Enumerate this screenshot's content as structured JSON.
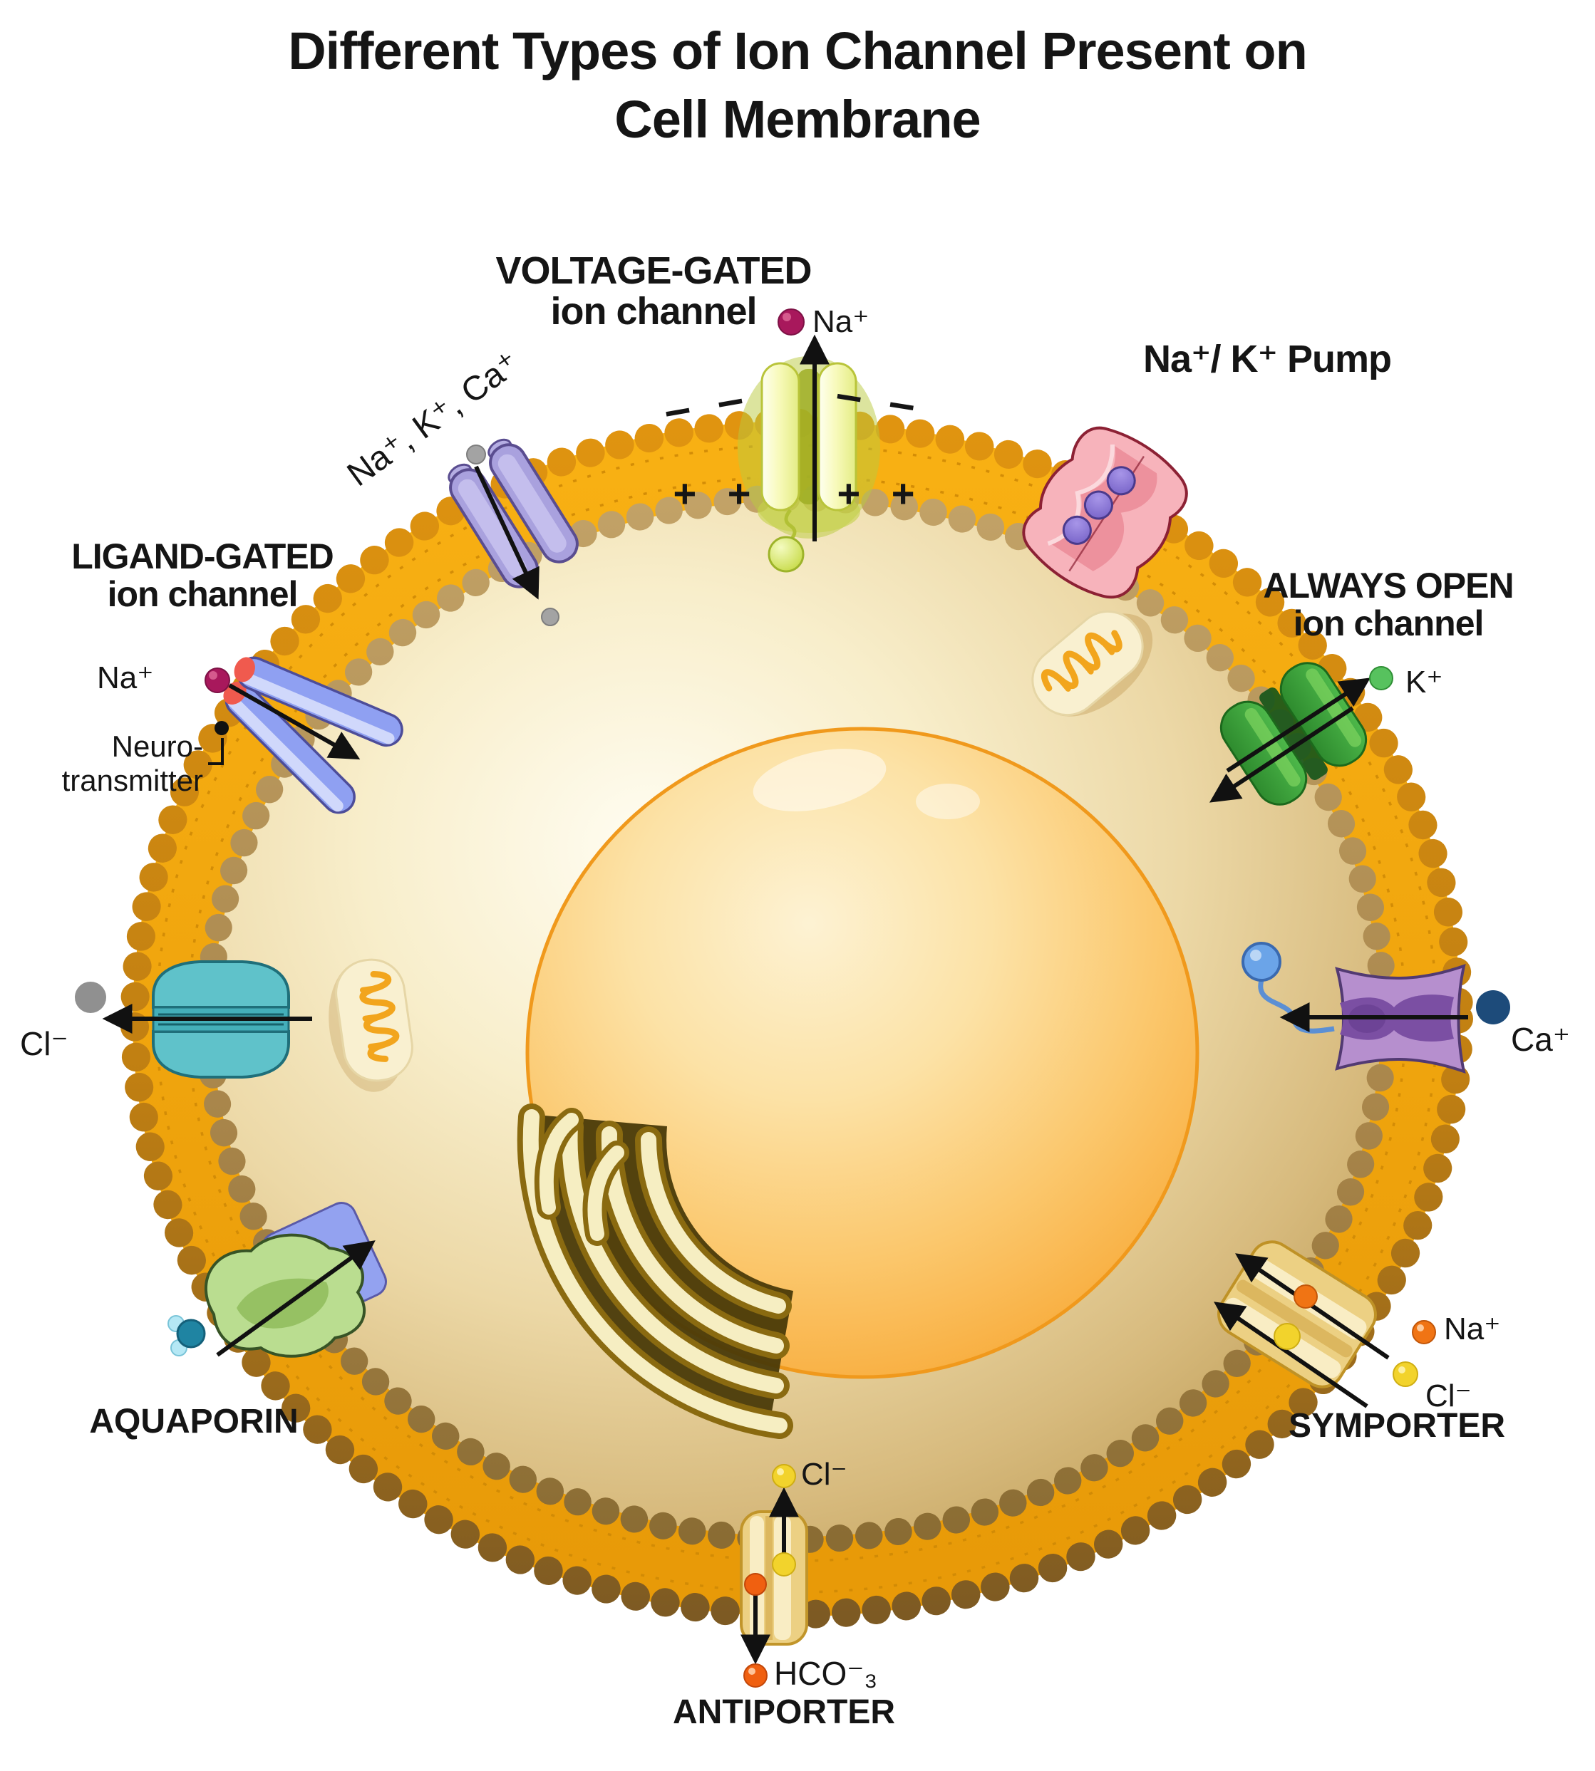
{
  "title": {
    "line1": "Different Types of Ion Channel Present on",
    "line2": "Cell Membrane"
  },
  "channels": {
    "voltage_gated": {
      "label_line1": "VOLTAGE-GATED",
      "label_line2": "ion channel",
      "ion": "Na⁺"
    },
    "stretch_gated": {
      "ions": "Na⁺, K⁺, Ca⁺"
    },
    "ligand_gated": {
      "label_line1": "LIGAND-GATED",
      "label_line2": "ion channel",
      "ion": "Na⁺",
      "ligand_line1": "Neuro-",
      "ligand_line2": "transmitter"
    },
    "na_k_pump": {
      "label": "Na⁺/ K⁺ Pump"
    },
    "always_open": {
      "label_line1": "ALWAYS OPEN",
      "label_line2": "ion channel",
      "ion": "K⁺"
    },
    "chloride_channel": {
      "ion": "Cl⁻"
    },
    "calcium_channel": {
      "ion": "Ca⁺"
    },
    "aquaporin": {
      "label": "AQUAPORIN"
    },
    "symporter": {
      "label": "SYMPORTER",
      "ion1": "Na⁺",
      "ion2": "Cl⁻"
    },
    "antiporter": {
      "label": "ANTIPORTER",
      "ion_up": "Cl⁻",
      "ion_down": "HCO⁻₃"
    }
  },
  "membrane": {
    "charge_negative": "– –",
    "charge_positive": "+ +"
  },
  "colors": {
    "membrane_orange": "#F5A60A",
    "outer_heads": "#D4880C",
    "inner_heads": "#AE8C52",
    "voltage_channel_yellow": "#F4F7A0",
    "ligand_channel_blue": "#8FA0F2",
    "stretch_channel_purple": "#A9A1DE",
    "pump_pink": "#F7B3BB",
    "always_open_green": "#3DA23B",
    "calcium_channel_purple": "#B68FCE",
    "transporter_gold": "#ECD083",
    "chloride_channel_teal": "#5FC2CA",
    "aquaporin_green": "#BADD90",
    "nucleus_orange": "#F8AD3C",
    "ion_na_magenta": "#A8185C",
    "ion_na_orange": "#F07414",
    "ion_cl_yellow": "#F2D32C",
    "ion_k_green": "#57C25E",
    "ion_ca_navy": "#1D4B7A",
    "text": "#111111"
  }
}
